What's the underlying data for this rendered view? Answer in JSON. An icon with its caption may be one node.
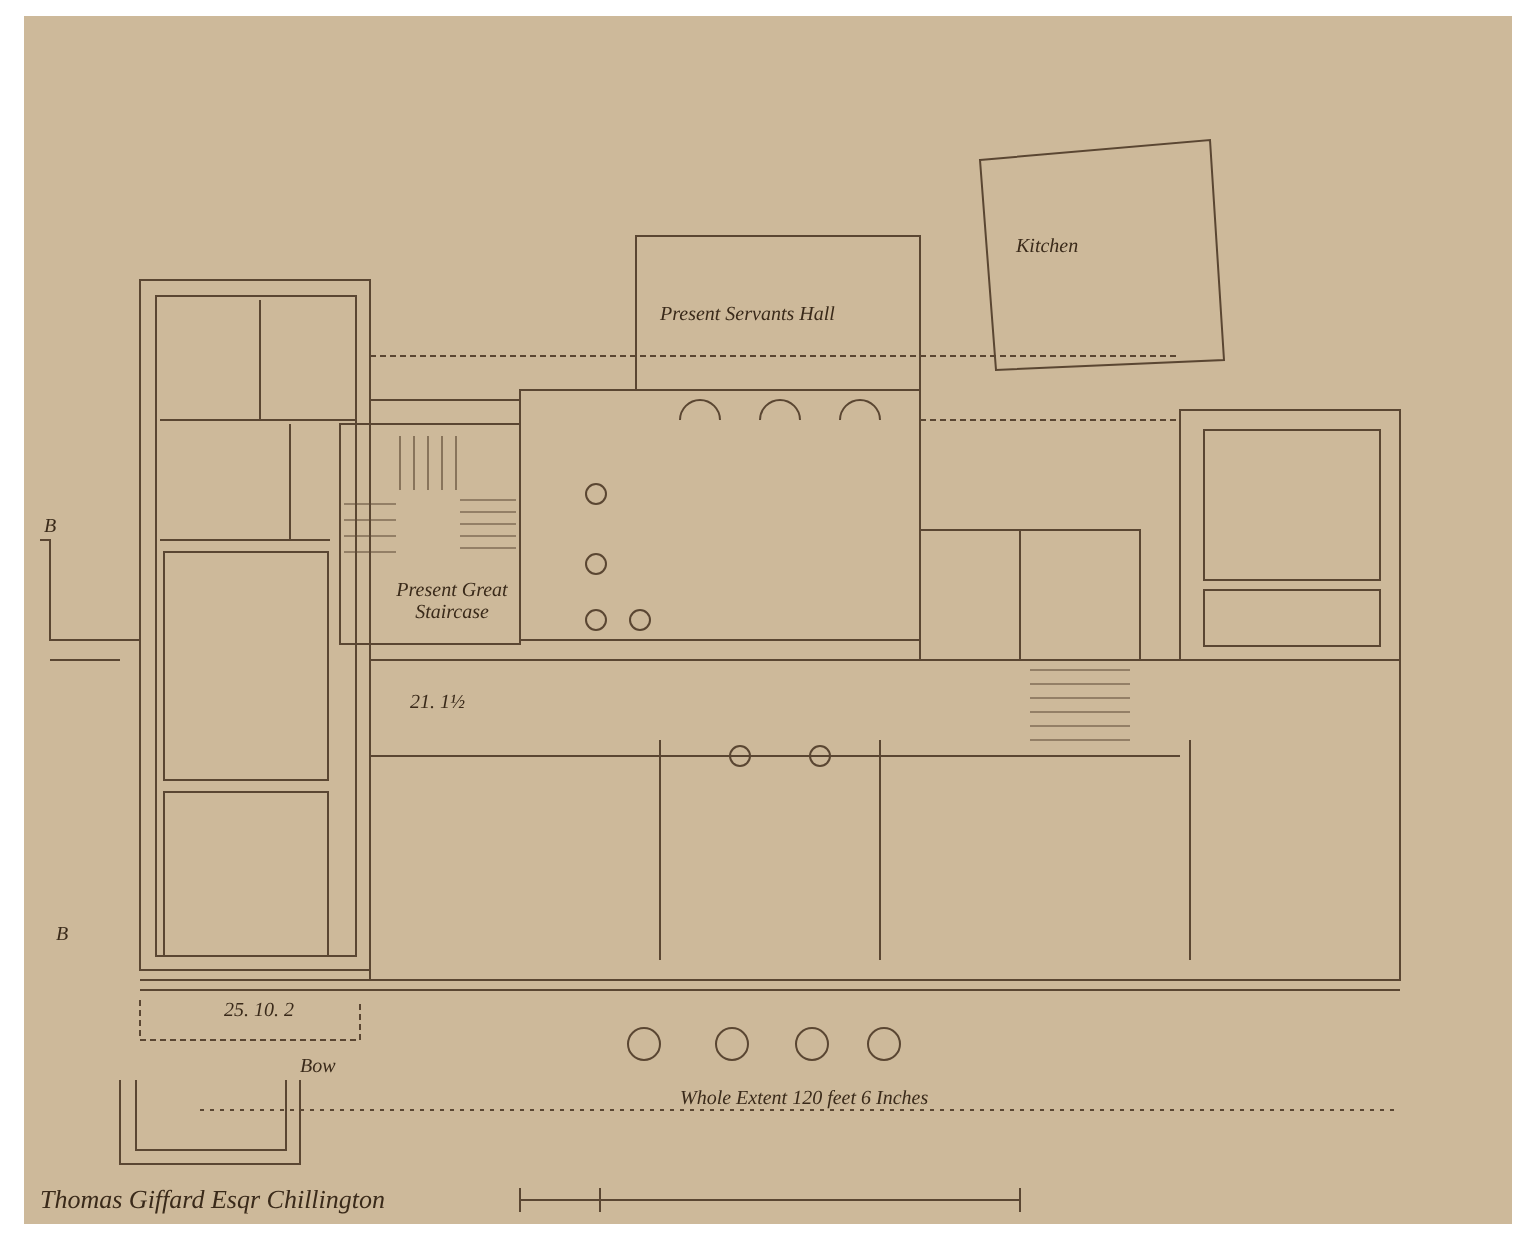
{
  "diagram": {
    "nodes": [
      {
        "text": [
          "Kitchen"
        ]
      },
      {
        "text": [
          "Present Servants Hall"
        ]
      },
      {
        "text": [
          "Present Great Staircase"
        ]
      }
    ],
    "labels": [
      "B",
      "B",
      "Bow",
      "21. 1½",
      "25. 10. 2",
      "Whole Extent 120 feet 6 Inches",
      "Thomas Giffard Esqr Chillington"
    ]
  }
}
